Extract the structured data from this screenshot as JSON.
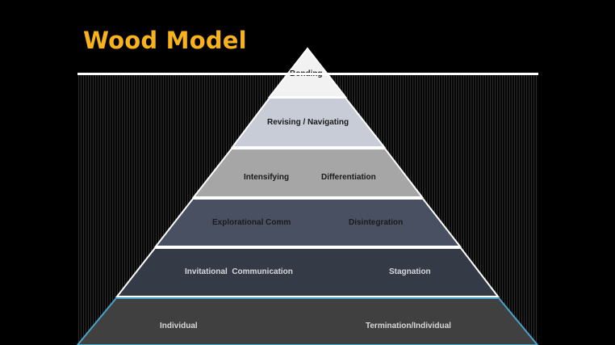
{
  "slide": {
    "title": "Wood Model",
    "title_color": "#f7b21c",
    "background": "#000000"
  },
  "pyramid": {
    "levels": [
      {
        "left_label": "Bonding",
        "right_label": "",
        "fill": "#f2f2f2"
      },
      {
        "left_label": "Revising / Navigating",
        "right_label": "",
        "fill": "#c7ccd7"
      },
      {
        "left_label": "Intensifying",
        "right_label": "Differentiation",
        "fill": "#a6a6a6"
      },
      {
        "left_label": "Explorational Comm",
        "right_label": "Disintegration",
        "fill": "#485062"
      },
      {
        "left_label": "Invitational  Communication",
        "right_label": "Stagnation",
        "fill": "#353a47"
      },
      {
        "left_label": "Individual",
        "right_label": "Termination/Individual",
        "fill": "#404040"
      }
    ]
  }
}
